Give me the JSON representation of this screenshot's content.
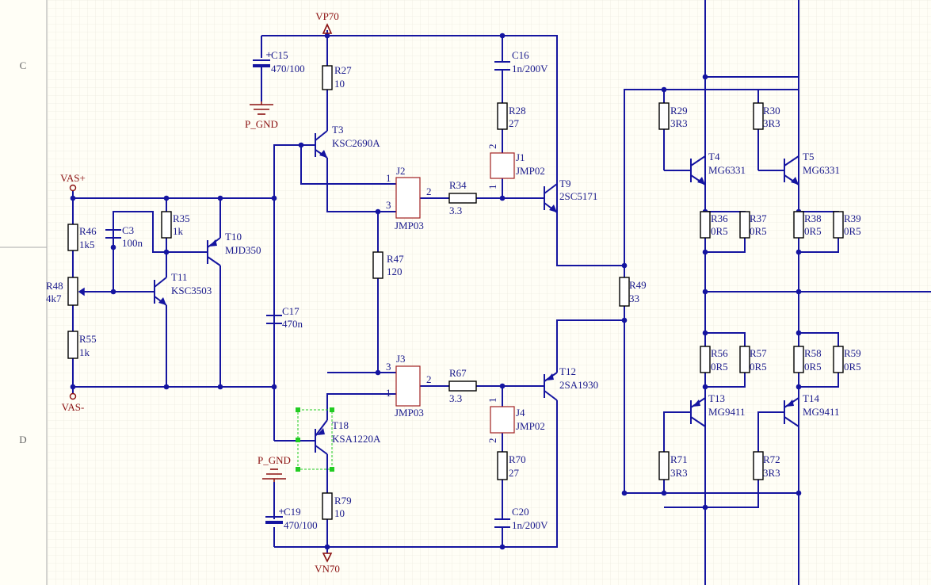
{
  "zones": {
    "c": "C",
    "d": "D"
  },
  "nets": {
    "vp70": "VP70",
    "vn70": "VN70",
    "vas_plus": "VAS+",
    "vas_minus": "VAS-",
    "pgnd_top": "P_GND",
    "pgnd_bot": "P_GND"
  },
  "components": {
    "C15": {
      "ref": "C15",
      "value": "470/100"
    },
    "R27": {
      "ref": "R27",
      "value": "10"
    },
    "C16": {
      "ref": "C16",
      "value": "1n/200V"
    },
    "R28": {
      "ref": "R28",
      "value": "27"
    },
    "J1": {
      "ref": "J1",
      "value": "JMP02",
      "pin1": "1",
      "pin2": "2"
    },
    "T3": {
      "ref": "T3",
      "value": "KSC2690A"
    },
    "J2": {
      "ref": "J2",
      "value": "JMP03",
      "pin1": "1",
      "pin2": "2",
      "pin3": "3"
    },
    "R34": {
      "ref": "R34",
      "value": "3.3"
    },
    "T9": {
      "ref": "T9",
      "value": "2SC5171"
    },
    "R29": {
      "ref": "R29",
      "value": "3R3"
    },
    "R30": {
      "ref": "R30",
      "value": "3R3"
    },
    "T4": {
      "ref": "T4",
      "value": "MG6331"
    },
    "T5": {
      "ref": "T5",
      "value": "MG6331"
    },
    "R36": {
      "ref": "R36",
      "value": "0R5"
    },
    "R37": {
      "ref": "R37",
      "value": "0R5"
    },
    "R38": {
      "ref": "R38",
      "value": "0R5"
    },
    "R39": {
      "ref": "R39",
      "value": "0R5"
    },
    "R46": {
      "ref": "R46",
      "value": "1k5"
    },
    "C3": {
      "ref": "C3",
      "value": "100n"
    },
    "R35": {
      "ref": "R35",
      "value": "1k"
    },
    "T10": {
      "ref": "T10",
      "value": "MJD350"
    },
    "R47": {
      "ref": "R47",
      "value": "120"
    },
    "R48": {
      "ref": "R48",
      "value": "4k7"
    },
    "T11": {
      "ref": "T11",
      "value": "KSC3503"
    },
    "C17": {
      "ref": "C17",
      "value": "470n"
    },
    "R49": {
      "ref": "R49",
      "value": "33"
    },
    "R55": {
      "ref": "R55",
      "value": "1k"
    },
    "R56": {
      "ref": "R56",
      "value": "0R5"
    },
    "R57": {
      "ref": "R57",
      "value": "0R5"
    },
    "R58": {
      "ref": "R58",
      "value": "0R5"
    },
    "R59": {
      "ref": "R59",
      "value": "0R5"
    },
    "J3": {
      "ref": "J3",
      "value": "JMP03",
      "pin1": "1",
      "pin2": "2",
      "pin3": "3"
    },
    "R67": {
      "ref": "R67",
      "value": "3.3"
    },
    "T12": {
      "ref": "T12",
      "value": "2SA1930"
    },
    "J4": {
      "ref": "J4",
      "value": "JMP02",
      "pin1": "1",
      "pin2": "2"
    },
    "T13": {
      "ref": "T13",
      "value": "MG9411"
    },
    "T14": {
      "ref": "T14",
      "value": "MG9411"
    },
    "T18": {
      "ref": "T18",
      "value": "KSA1220A"
    },
    "R70": {
      "ref": "R70",
      "value": "27"
    },
    "R71": {
      "ref": "R71",
      "value": "3R3"
    },
    "R72": {
      "ref": "R72",
      "value": "3R3"
    },
    "R79": {
      "ref": "R79",
      "value": "10"
    },
    "C19": {
      "ref": "C19",
      "value": "470/100"
    },
    "C20": {
      "ref": "C20",
      "value": "1n/200V"
    }
  },
  "colors": {
    "wire": "#1515a0",
    "label": "#1a1a8c",
    "power": "#8b1010",
    "selection": "#22cc22",
    "background": "#fffef6"
  }
}
